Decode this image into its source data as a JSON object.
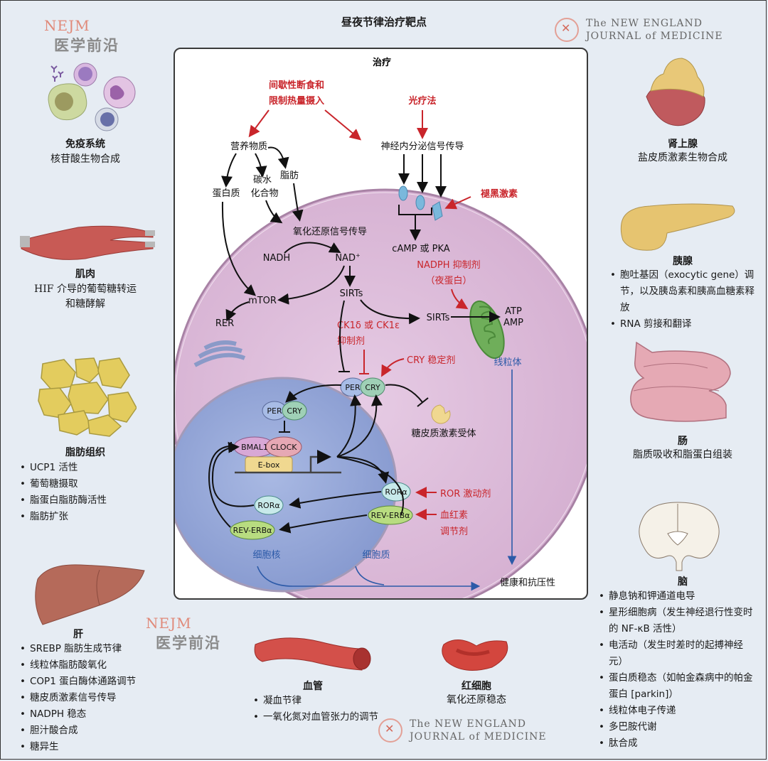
{
  "title": "昼夜节律治疗靶点",
  "branding": {
    "nejm_short": "NEJM",
    "nejm_cn": "医学前沿",
    "journal_line1": "The NEW ENGLAND",
    "journal_line2": "JOURNAL of MEDICINE"
  },
  "colors": {
    "background": "#e6ecf3",
    "therapy_red": "#c9252b",
    "location_blue": "#2c5aa8",
    "cell_cytoplasm": "#dcb8d6",
    "nucleus": "#8fa4d6",
    "mitochondria": "#6fae5a"
  },
  "organs": {
    "immune": {
      "icon": "immune-cells-icon",
      "name": "免疫系统",
      "desc": "核苷酸生物合成"
    },
    "muscle": {
      "icon": "muscle-icon",
      "name": "肌肉",
      "desc_lines": [
        "HIF 介导的葡萄糖转运",
        "和糖酵解"
      ]
    },
    "adipose": {
      "icon": "adipose-tissue-icon",
      "name": "脂肪组织",
      "items": [
        "UCP1 活性",
        "葡萄糖摄取",
        "脂蛋白脂肪酶活性",
        "脂肪扩张"
      ]
    },
    "liver": {
      "icon": "liver-icon",
      "name": "肝",
      "items": [
        "SREBP 脂肪生成节律",
        "线粒体脂肪酸氧化",
        "COP1 蛋白酶体通路调节",
        "糖皮质激素信号传导",
        "NADPH 稳态",
        "胆汁酸合成",
        "糖异生"
      ]
    },
    "vessel": {
      "icon": "blood-vessel-icon",
      "name": "血管",
      "items": [
        "凝血节律",
        "一氧化氮对血管张力的调节"
      ]
    },
    "rbc": {
      "icon": "red-blood-cell-icon",
      "name": "红细胞",
      "desc": "氧化还原稳态"
    },
    "adrenal": {
      "icon": "adrenal-gland-icon",
      "name": "肾上腺",
      "desc": "盐皮质激素生物合成"
    },
    "pancreas": {
      "icon": "pancreas-icon",
      "name": "胰腺",
      "items": [
        "胞吐基因（exocytic gene）调节，以及胰岛素和胰高血糖素释放",
        "RNA 剪接和翻译"
      ]
    },
    "intestine": {
      "icon": "intestine-icon",
      "name": "肠",
      "desc": "脂质吸收和脂蛋白组装"
    },
    "brain": {
      "icon": "brain-icon",
      "name": "脑",
      "items": [
        "静息钠和钾通道电导",
        "星形细胞病（发生神经退行性变时的 NF-κB 活性）",
        "电活动（发生时差时的起搏神经元）",
        "蛋白质稳态（如帕金森病中的帕金蛋白 [parkin]）",
        "线粒体电子传递",
        "多巴胺代谢",
        "肽合成"
      ]
    }
  },
  "central": {
    "heading": "治疗",
    "therapies": {
      "fasting_l1": "间歇性断食和",
      "fasting_l2": "限制热量摄入",
      "light": "光疗法",
      "melatonin": "褪黑激素",
      "nadph_l1": "NADPH 抑制剂",
      "nadph_l2": "（夜蛋白）",
      "ck1_l1": "CK1δ 或 CK1ε",
      "ck1_l2": "抑制剂",
      "cry_stab": "CRY 稳定剂",
      "ror_agonist": "ROR 激动剂",
      "heme_l1": "血红素",
      "heme_l2": "调节剂"
    },
    "nodes": {
      "nutrients": "营养物质",
      "protein": "蛋白质",
      "carb_l1": "碳水",
      "carb_l2": "化合物",
      "fat": "脂肪",
      "neuroendocrine": "神经内分泌信号传导",
      "redox": "氧化还原信号传导",
      "nadh": "NADH",
      "nad": "NAD",
      "nad_sup": "+",
      "camp": "cAMP 或 PKA",
      "mtor": "mTOR",
      "rer": "RER",
      "sirts1": "SIRTs",
      "sirts2": "SIRTs",
      "atp": "ATP",
      "amp": "AMP",
      "per": "PER",
      "cry": "CRY",
      "bmal1": "BMAL1",
      "clock": "CLOCK",
      "ebox": "E-box",
      "rora": "RORα",
      "reverb": "REV-ERBα",
      "gc_receptor": "糖皮质激素受体",
      "outcome": "健康和抗压性"
    },
    "locations": {
      "mitochondria": "线粒体",
      "nucleus": "细胞核",
      "cytoplasm": "细胞质"
    }
  }
}
